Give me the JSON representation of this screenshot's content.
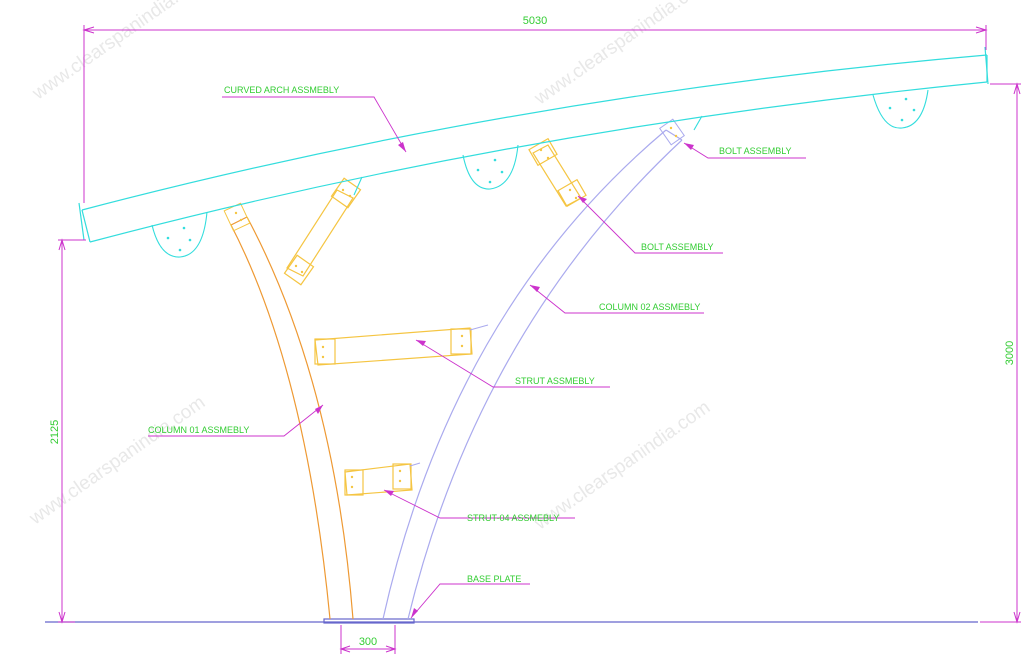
{
  "colors": {
    "dimension": "#cc33cc",
    "label_text": "#33cc33",
    "arch": "#33dddd",
    "column_01": "#ee9933",
    "column_02": "#aaaaee",
    "strut": "#f5c542",
    "ground": "#6666cc",
    "watermark": "#d6d6d6"
  },
  "dimensions": {
    "total_span": "5030",
    "front_height": "2125",
    "rear_height": "3000",
    "base_width": "300"
  },
  "labels": {
    "curved_arch": "CURVED ARCH ASSMEBLY",
    "bolt_1": "BOLT ASSEMBLY",
    "bolt_2": "BOLT ASSEMBLY",
    "column_02": "COLUMN 02 ASSMEBLY",
    "strut": "STRUT ASSMEBLY",
    "column_01": "COLUMN 01 ASSMEBLY",
    "strut_04": "STRUT-04 ASSMEBLY",
    "base_plate": "BASE PLATE"
  },
  "watermark": "www.clearspanindia.com"
}
